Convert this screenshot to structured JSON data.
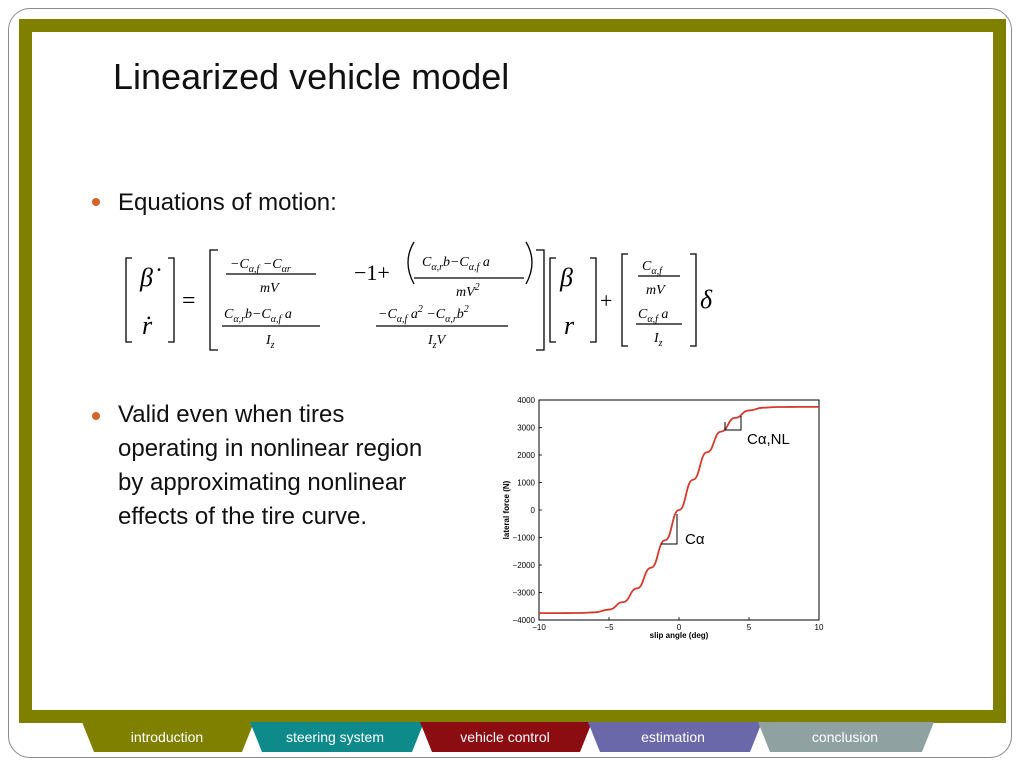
{
  "slide": {
    "title": "Linearized vehicle model",
    "bullets": [
      {
        "lines": [
          "Equations of motion:"
        ]
      },
      {
        "lines": [
          "Valid even when tires",
          "operating in nonlinear region",
          "by approximating nonlinear",
          "effects of the tire curve."
        ]
      }
    ]
  },
  "colors": {
    "frame": "#808000",
    "bullet": "#d4622a",
    "curve": "#d43a2c"
  },
  "equation": {
    "lhs": [
      "β̇",
      "ṙ"
    ],
    "a11_num": "−C",
    "a11_den": "mV",
    "a12": "−1+",
    "a21_den": "I",
    "a22_den": "I",
    "state": [
      "β",
      "r"
    ],
    "b1_den": "mV",
    "b2_den": "I",
    "input": "δ"
  },
  "chart_data": {
    "type": "line",
    "xlabel": "slip angle (deg)",
    "ylabel": "lateral force (N)",
    "xlim": [
      -10,
      10
    ],
    "ylim": [
      -4000,
      4000
    ],
    "xticks": [
      "−10",
      "−5",
      "0",
      "5",
      "10"
    ],
    "yticks": [
      "4000",
      "3000",
      "2000",
      "1000",
      "0",
      "−1000",
      "−2000",
      "−3000",
      "−4000"
    ],
    "series": [
      {
        "x": [
          -10,
          -9,
          -8,
          -7,
          -6,
          -5,
          -4,
          -3,
          -2,
          -1,
          0,
          1,
          2,
          3,
          4,
          5,
          6,
          7,
          8,
          9,
          10
        ],
        "y": [
          -3750,
          -3750,
          -3748,
          -3745,
          -3720,
          -3620,
          -3350,
          -2850,
          -2100,
          -1100,
          0,
          1100,
          2100,
          2850,
          3350,
          3620,
          3720,
          3745,
          3748,
          3750,
          3750
        ]
      }
    ],
    "annotations": [
      "Cα,NL",
      "Cα"
    ]
  },
  "nav": {
    "tabs": [
      {
        "label": "introduction",
        "color": "#808000"
      },
      {
        "label": "steering system",
        "color": "#0e8a8a"
      },
      {
        "label": "vehicle control",
        "color": "#8b0d12"
      },
      {
        "label": "estimation",
        "color": "#6a68a8"
      },
      {
        "label": "conclusion",
        "color": "#8fa1a1"
      }
    ]
  }
}
